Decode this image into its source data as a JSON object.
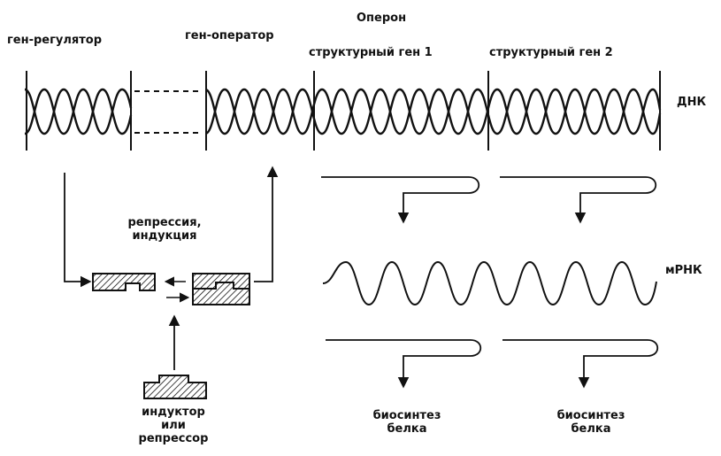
{
  "labels": {
    "operon": "Оперон",
    "regulator_gene": "ген-регулятор",
    "operator_gene": "ген-оператор",
    "structural_gene_1": "структурный ген 1",
    "structural_gene_2": "структурный ген 2",
    "dna": "ДНК",
    "mrna": "мРНК",
    "repression_induction": "репрессия,\nиндукция",
    "inducer_or_repressor": "индуктор\nили\nрепрессор",
    "protein_biosynthesis_1": "биосинтез\nбелка",
    "protein_biosynthesis_2": "биосинтез\nбелка"
  },
  "colors": {
    "ink": "#111111",
    "background": "#ffffff"
  },
  "icons": {
    "protein_block": "hatched-block-icon",
    "arrow": "arrow-head-icon"
  }
}
